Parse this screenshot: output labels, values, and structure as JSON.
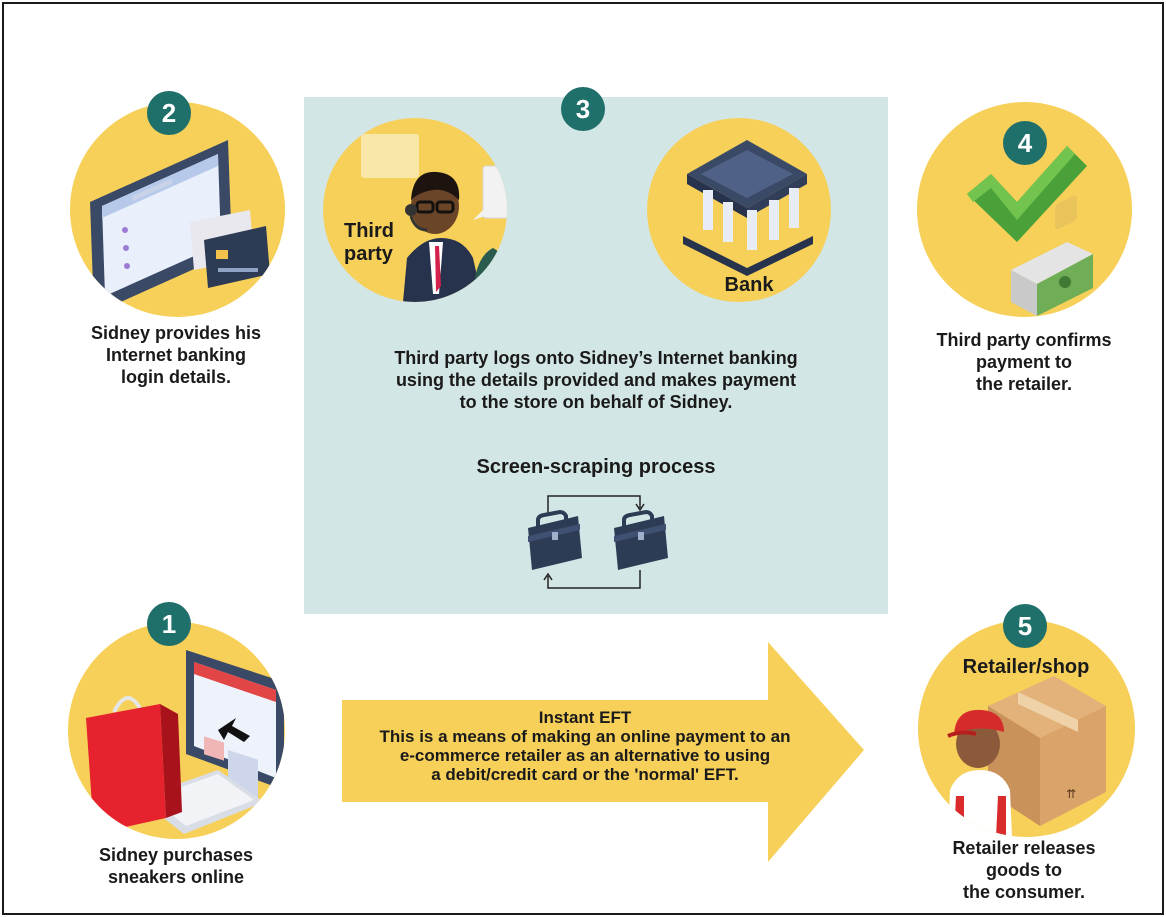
{
  "steps": {
    "s1": {
      "number": "1",
      "caption": [
        "Sidney purchases",
        "sneakers online"
      ]
    },
    "s2": {
      "number": "2",
      "caption": [
        "Sidney provides his",
        "Internet banking",
        "login details."
      ]
    },
    "s3": {
      "number": "3",
      "third_party_label": [
        "Third",
        "party"
      ],
      "bank_label": "Bank",
      "description": [
        "Third party logs onto Sidney’s Internet banking",
        "using the details provided and makes payment",
        "to the store on behalf of Sidney."
      ],
      "process_title": "Screen-scraping process"
    },
    "s4": {
      "number": "4",
      "caption": [
        "Third party confirms",
        "payment to",
        "the retailer."
      ]
    },
    "s5": {
      "number": "5",
      "title": "Retailer/shop",
      "caption": [
        "Retailer releases",
        "goods to",
        "the consumer."
      ]
    }
  },
  "arrow": {
    "title": "Instant EFT",
    "lines": [
      "This is a means of making an online payment to an",
      "e-commerce retailer as an alternative to using",
      "a debit/credit card or the 'normal' EFT."
    ]
  },
  "colors": {
    "circle": "#f7d05a",
    "badge": "#1f6f6a",
    "panel": "#d3e6e6",
    "arrow": "#f7d05a",
    "text": "#1a1a1a"
  },
  "icons": [
    "laptop-card-icon",
    "agent-headset-icon",
    "bank-building-icon",
    "checkmark-icon",
    "money-stack-icon",
    "computer-shopping-bag-icon",
    "briefcase-icon",
    "cycle-arrows-icon",
    "delivery-person-box-icon"
  ]
}
